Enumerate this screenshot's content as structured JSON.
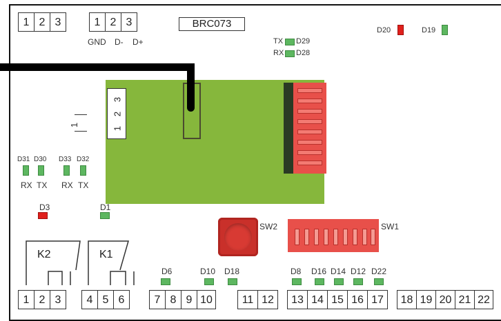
{
  "top_block_a": [
    "1",
    "2",
    "3"
  ],
  "top_block_b": [
    "1",
    "2",
    "3"
  ],
  "top_block_b_labels": [
    "GND",
    "D-",
    "D+"
  ],
  "board_id": "BRC073",
  "leds": {
    "tx_d29": {
      "prefix": "TX",
      "label": "D29"
    },
    "rx_d28": {
      "prefix": "RX",
      "label": "D28"
    },
    "d20": "D20",
    "d19": "D19",
    "d31": "D31",
    "d30": "D30",
    "d33": "D33",
    "d32": "D32",
    "rx1": "RX",
    "tx1": "TX",
    "rx2": "RX",
    "tx2": "TX",
    "d3": "D3",
    "d1": "D1",
    "d6": "D6",
    "d10": "D10",
    "d18": "D18",
    "d8": "D8",
    "d16": "D16",
    "d14": "D14",
    "d12": "D12",
    "d22": "D22"
  },
  "connector3": [
    "3",
    "2",
    "1"
  ],
  "connector_side": "1",
  "switches": {
    "sw1": "SW1",
    "sw2": "SW2"
  },
  "relays": {
    "k2": "K2",
    "k1": "K1"
  },
  "bottom_blocks": [
    [
      "1",
      "2",
      "3"
    ],
    [
      "4",
      "5",
      "6"
    ],
    [
      "7",
      "8",
      "9",
      "10"
    ],
    [
      "11",
      "12"
    ],
    [
      "13",
      "14",
      "15",
      "16",
      "17"
    ],
    [
      "18",
      "19",
      "20",
      "21",
      "22"
    ]
  ],
  "colors": {
    "module": "#86b73c",
    "led_green": "#5db760",
    "led_red": "#e0201c",
    "dip": "#e8504a"
  }
}
